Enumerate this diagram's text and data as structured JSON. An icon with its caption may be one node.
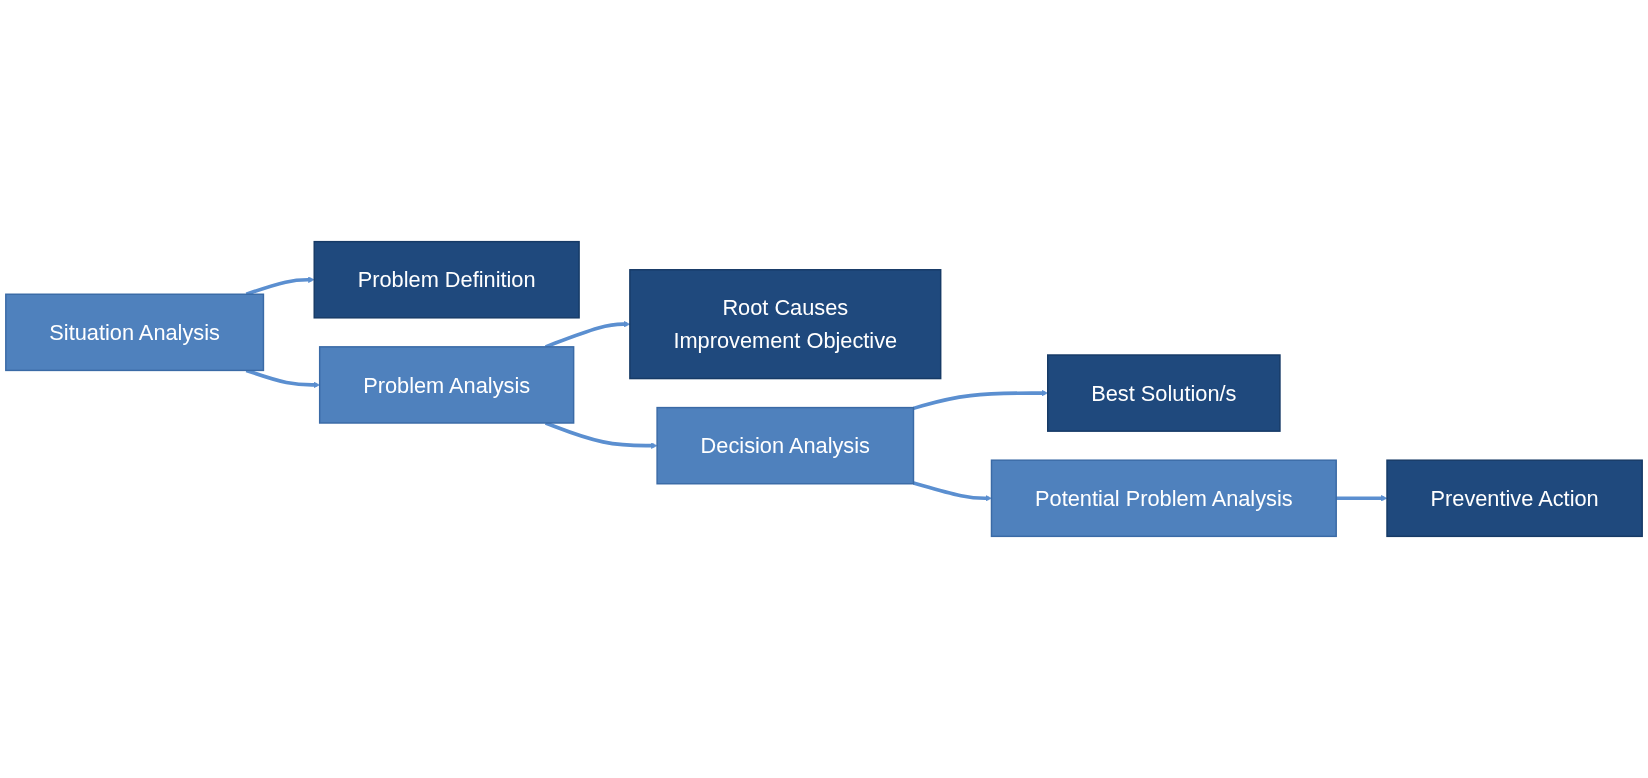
{
  "diagram": {
    "nodes": [
      {
        "text": [
          "Situation Analysis"
        ]
      },
      {
        "text": [
          "Problem Definition"
        ]
      },
      {
        "text": [
          "Problem Analysis"
        ]
      },
      {
        "text": [
          "Root Causes",
          "Improvement Objective"
        ]
      },
      {
        "text": [
          "Decision Analysis"
        ]
      },
      {
        "text": [
          "Best Solution/s"
        ]
      },
      {
        "text": [
          "Potential Problem Analysis"
        ]
      },
      {
        "text": [
          "Preventive Action"
        ]
      }
    ],
    "edges": [
      {
        "from": 0,
        "to": 1,
        "arrow": "to"
      },
      {
        "from": 0,
        "to": 2,
        "arrow": "to"
      },
      {
        "from": 2,
        "to": 3,
        "arrow": "to"
      },
      {
        "from": 2,
        "to": 4,
        "arrow": "to"
      },
      {
        "from": 4,
        "to": 5,
        "arrow": "to"
      },
      {
        "from": 4,
        "to": 6,
        "arrow": "to"
      },
      {
        "from": 6,
        "to": 7,
        "arrow": "to"
      }
    ]
  }
}
